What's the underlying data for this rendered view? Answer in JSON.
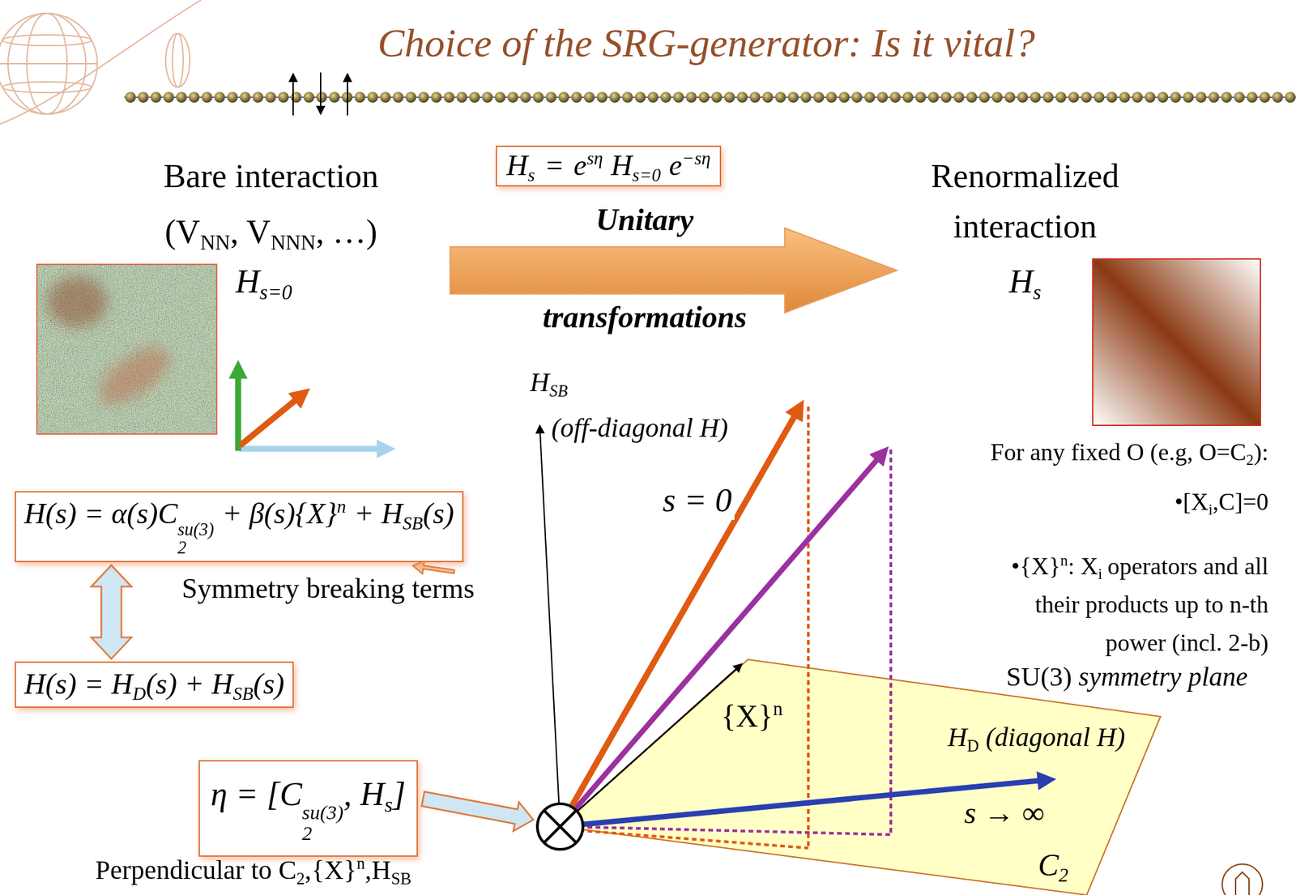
{
  "diagram": {
    "title": "Choice of the SRG-generator: Is it vital?",
    "nodes": [
      {
        "text": [
          "H",
          "s",
          "=",
          "e",
          "sη",
          "H",
          "s=0",
          "e",
          "−sη"
        ]
      },
      {
        "text": [
          "H(s) = α(s)C",
          "2",
          "su(3)",
          "+ β(s){X}",
          "n",
          "+ H",
          "SB",
          "(s)"
        ]
      },
      {
        "text": [
          "H(s) = H",
          "D",
          "(s) + H",
          "SB",
          "(s)"
        ]
      },
      {
        "text": [
          "η = [C",
          "2",
          "su(3)",
          ", H",
          "s",
          "]"
        ]
      }
    ],
    "edges": [
      {
        "from": 1,
        "to": 2,
        "arrow": "both"
      }
    ],
    "labels": [
      "Bare interaction",
      "(V",
      "NN",
      ", V",
      "NNN",
      ", …)",
      "H",
      "s=0",
      "Unitary",
      "transformations",
      "Renormalized interaction",
      "H",
      "s",
      "H",
      "SB",
      "(off-diagonal H)",
      "s = 0",
      "For any fixed O (e.g, O=C",
      "2",
      "):",
      "•[X",
      "i",
      ",C]=0",
      "•{X}",
      "n",
      ": X",
      "i",
      "operators and all their products up to n-th power (incl. 2-b)",
      "Symmetry breaking terms",
      "{X}",
      "n",
      "SU(3)",
      "symmetry plane",
      "H",
      "D",
      "(diagonal H)",
      "s → ∞",
      "C",
      "2",
      "Perpendicular to C",
      "2",
      ",{X}",
      "n",
      ",H",
      "SB"
    ]
  }
}
